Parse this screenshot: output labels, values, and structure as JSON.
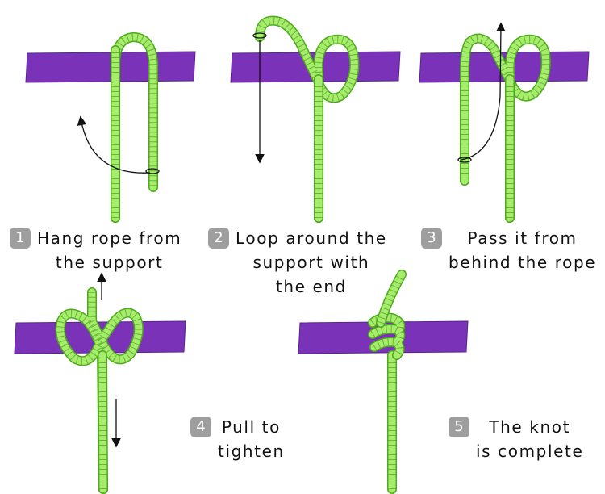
{
  "colors": {
    "support": "#7a33b8",
    "support_edge": "#5b2390",
    "rope_fill": "#a8ec6e",
    "rope_stroke": "#4caa1c",
    "arrow": "#111111",
    "badge": "#9e9e9e"
  },
  "steps": [
    {
      "number": "1",
      "text": "Hang rope from\nthe support"
    },
    {
      "number": "2",
      "text": "Loop around the\nsupport with\nthe end"
    },
    {
      "number": "3",
      "text": "Pass it from\nbehind the rope"
    },
    {
      "number": "4",
      "text": "Pull to\ntighten"
    },
    {
      "number": "5",
      "text": "The knot\nis complete"
    }
  ]
}
